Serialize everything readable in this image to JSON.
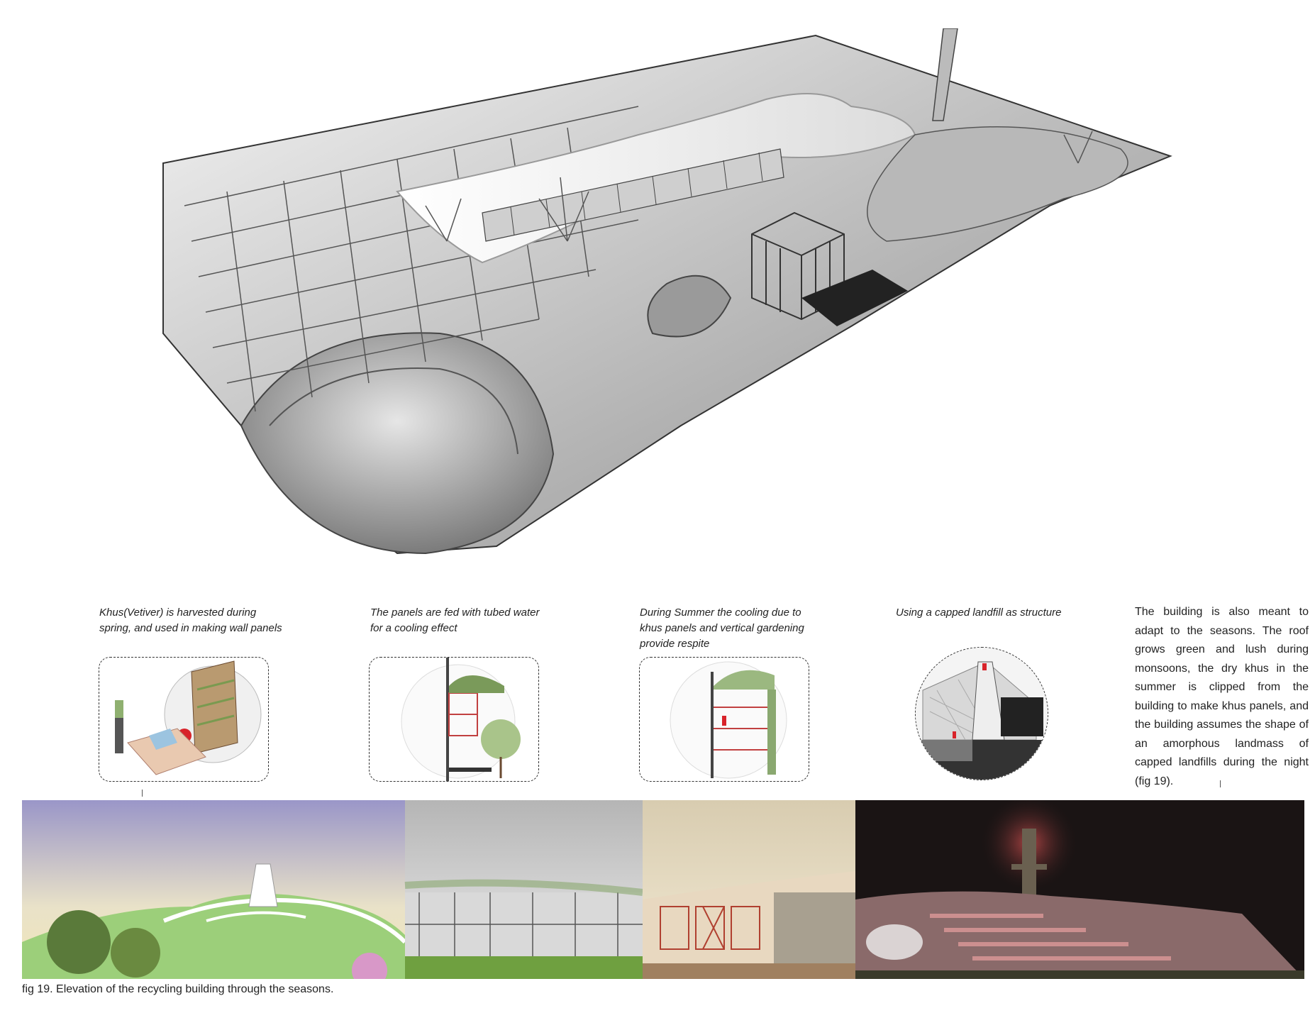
{
  "captions": {
    "panel1": "Khus(Vetiver) is harvested during spring, and used in making wall panels",
    "panel2": "The panels are fed with tubed water for a cooling effect",
    "panel3": "During Summer the cooling due to khus panels and vertical gardening provide respite",
    "panel4": "Using a capped landfill as structure"
  },
  "side_text": "The building is also meant to adapt to the seasons. The roof grows green and lush during monsoons, the dry khus in the summer is clipped from the building to make khus panels, and the building assumes the shape of an amorphous landmass of capped landfills during the night (fig 19).",
  "figure_caption": "fig 19. Elevation of the recycling building through the seasons.",
  "colors": {
    "accent_red": "#d8232a",
    "monsoon_green": "#9ccf7a",
    "night_sky": "#1a1414",
    "summer_beige": "#e8dcc0"
  }
}
